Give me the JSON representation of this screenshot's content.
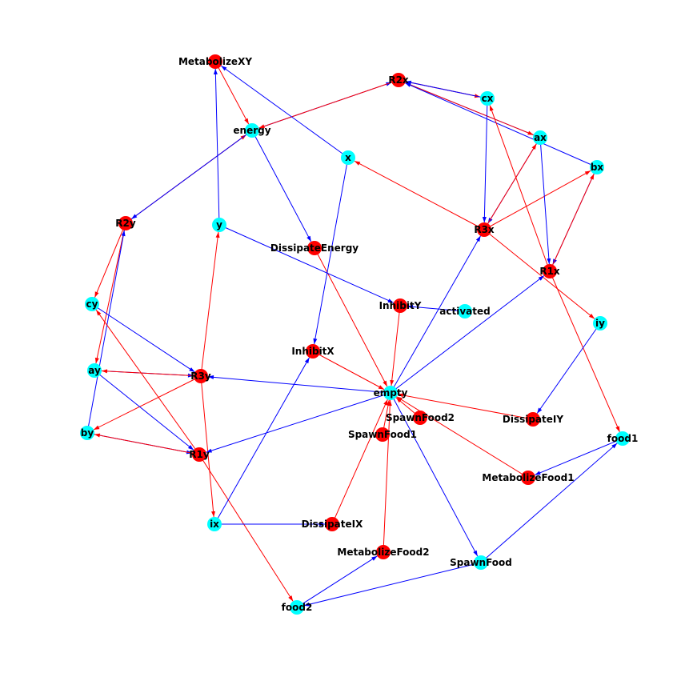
{
  "colors": {
    "species": "#00ffff",
    "reaction": "#ff0000",
    "edge_species_to_reaction": "#0000ff",
    "edge_reaction_to_species": "#ff0000"
  },
  "nodes": [
    {
      "id": "MetabolizeXY",
      "type": "reaction"
    },
    {
      "id": "R2x",
      "type": "reaction"
    },
    {
      "id": "cx",
      "type": "species"
    },
    {
      "id": "energy",
      "type": "species"
    },
    {
      "id": "ax",
      "type": "species"
    },
    {
      "id": "x",
      "type": "species"
    },
    {
      "id": "bx",
      "type": "species"
    },
    {
      "id": "R2y",
      "type": "reaction"
    },
    {
      "id": "y",
      "type": "species"
    },
    {
      "id": "R3x",
      "type": "reaction"
    },
    {
      "id": "DissipateEnergy",
      "type": "reaction"
    },
    {
      "id": "R1x",
      "type": "reaction"
    },
    {
      "id": "cy",
      "type": "species"
    },
    {
      "id": "InhibitY",
      "type": "reaction"
    },
    {
      "id": "activated",
      "type": "species"
    },
    {
      "id": "iy",
      "type": "species"
    },
    {
      "id": "InhibitX",
      "type": "reaction"
    },
    {
      "id": "ay",
      "type": "species"
    },
    {
      "id": "R3y",
      "type": "reaction"
    },
    {
      "id": "empty",
      "type": "species"
    },
    {
      "id": "SpawnFood2",
      "type": "reaction"
    },
    {
      "id": "DissipateIY",
      "type": "reaction"
    },
    {
      "id": "SpawnFood1",
      "type": "reaction"
    },
    {
      "id": "by",
      "type": "species"
    },
    {
      "id": "R1y",
      "type": "reaction"
    },
    {
      "id": "food1",
      "type": "species"
    },
    {
      "id": "MetabolizeFood1",
      "type": "reaction"
    },
    {
      "id": "ix",
      "type": "species"
    },
    {
      "id": "DissipateIX",
      "type": "reaction"
    },
    {
      "id": "MetabolizeFood2",
      "type": "reaction"
    },
    {
      "id": "SpawnFood",
      "type": "species"
    },
    {
      "id": "food2",
      "type": "species"
    }
  ],
  "edges": [
    [
      "energy",
      "R2x"
    ],
    [
      "R2x",
      "energy"
    ],
    [
      "ax",
      "R2x"
    ],
    [
      "R2x",
      "ax"
    ],
    [
      "bx",
      "R2x"
    ],
    [
      "R2x",
      "cx"
    ],
    [
      "cx",
      "R2x"
    ],
    [
      "R2y",
      "energy"
    ],
    [
      "energy",
      "R2y"
    ],
    [
      "R2y",
      "cy"
    ],
    [
      "R2y",
      "ay"
    ],
    [
      "by",
      "R2y"
    ],
    [
      "MetabolizeXY",
      "energy"
    ],
    [
      "x",
      "MetabolizeXY"
    ],
    [
      "y",
      "MetabolizeXY"
    ],
    [
      "energy",
      "DissipateEnergy"
    ],
    [
      "DissipateEnergy",
      "empty"
    ],
    [
      "cx",
      "R3x"
    ],
    [
      "ax",
      "R3x"
    ],
    [
      "R3x",
      "ax"
    ],
    [
      "R3x",
      "bx"
    ],
    [
      "R3x",
      "x"
    ],
    [
      "R3x",
      "iy"
    ],
    [
      "empty",
      "R3x"
    ],
    [
      "ax",
      "R1x"
    ],
    [
      "bx",
      "R1x"
    ],
    [
      "R1x",
      "bx"
    ],
    [
      "R1x",
      "food1"
    ],
    [
      "R1x",
      "cx"
    ],
    [
      "empty",
      "R1x"
    ],
    [
      "cy",
      "R3y"
    ],
    [
      "ay",
      "R3y"
    ],
    [
      "R3y",
      "ay"
    ],
    [
      "R3y",
      "by"
    ],
    [
      "R3y",
      "y"
    ],
    [
      "R3y",
      "ix"
    ],
    [
      "empty",
      "R3y"
    ],
    [
      "ay",
      "R1y"
    ],
    [
      "by",
      "R1y"
    ],
    [
      "R1y",
      "by"
    ],
    [
      "R1y",
      "food2"
    ],
    [
      "R1y",
      "cy"
    ],
    [
      "empty",
      "R1y"
    ],
    [
      "y",
      "InhibitY"
    ],
    [
      "activated",
      "InhibitY"
    ],
    [
      "InhibitY",
      "empty"
    ],
    [
      "x",
      "InhibitX"
    ],
    [
      "ix",
      "InhibitX"
    ],
    [
      "InhibitX",
      "empty"
    ],
    [
      "iy",
      "DissipateIY"
    ],
    [
      "DissipateIY",
      "empty"
    ],
    [
      "ix",
      "DissipateIX"
    ],
    [
      "DissipateIX",
      "empty"
    ],
    [
      "food1",
      "MetabolizeFood1"
    ],
    [
      "MetabolizeFood1",
      "empty"
    ],
    [
      "food2",
      "MetabolizeFood2"
    ],
    [
      "MetabolizeFood2",
      "empty"
    ],
    [
      "empty",
      "SpawnFood"
    ],
    [
      "SpawnFood",
      "food1"
    ],
    [
      "SpawnFood",
      "food2"
    ],
    [
      "SpawnFood1",
      "empty"
    ],
    [
      "SpawnFood2",
      "empty"
    ]
  ]
}
